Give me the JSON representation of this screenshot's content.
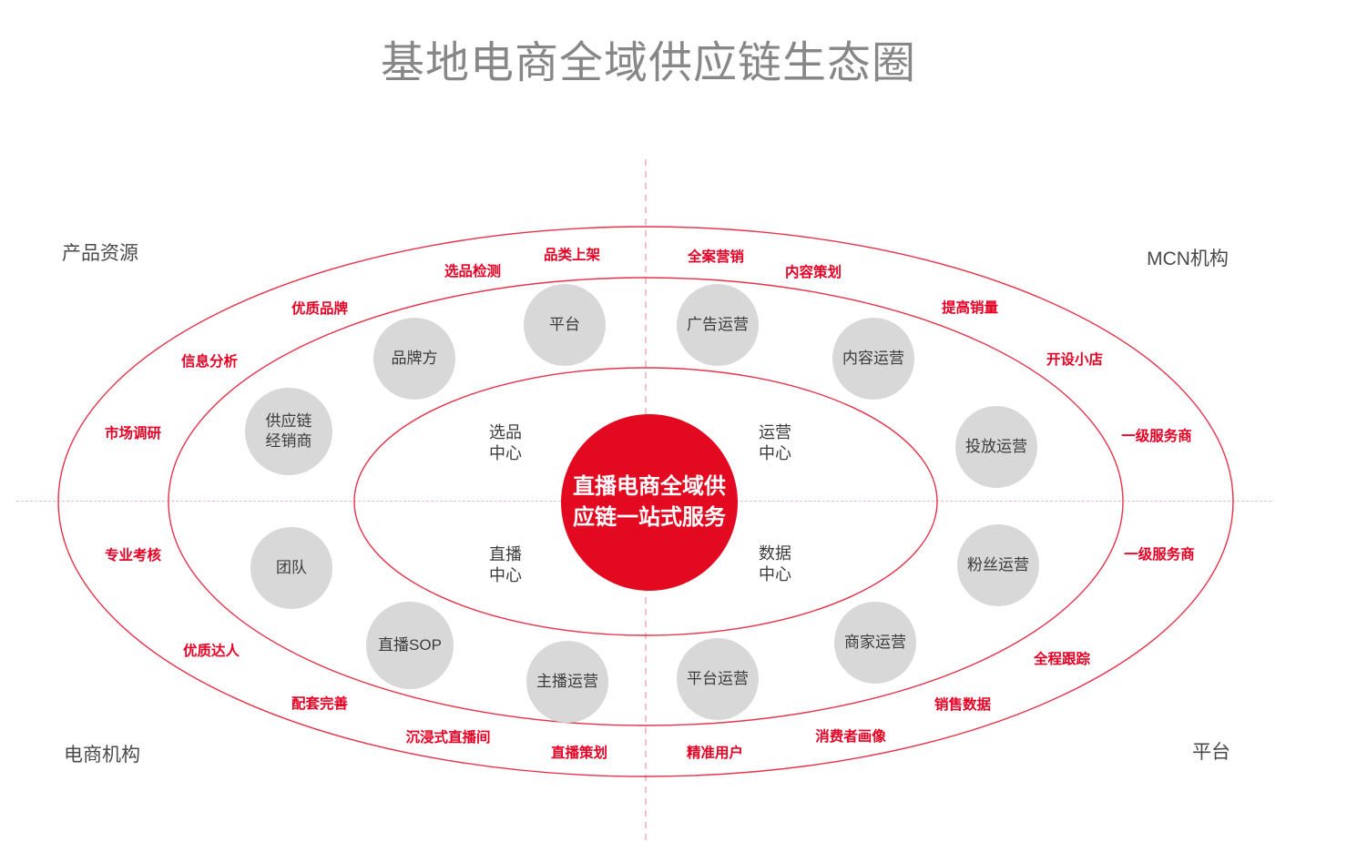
{
  "title": "基地电商全域供应链生态圈",
  "center_circle": {
    "text": "直播电商全域供\n应链一站式服务"
  },
  "inner_centers": [
    {
      "name": "selection-center",
      "text": "选品\n中心"
    },
    {
      "name": "operation-center",
      "text": "运营\n中心"
    },
    {
      "name": "live-center",
      "text": "直播\n中心"
    },
    {
      "name": "data-center",
      "text": "数据\n中心"
    }
  ],
  "nodes": [
    {
      "name": "platform",
      "text": "平台"
    },
    {
      "name": "ad-operation",
      "text": "广告运营"
    },
    {
      "name": "brand-side",
      "text": "品牌方"
    },
    {
      "name": "content-operation",
      "text": "内容运营"
    },
    {
      "name": "supply-chain-dealer",
      "text": "供应链\n经销商"
    },
    {
      "name": "placement-operation",
      "text": "投放运营"
    },
    {
      "name": "team",
      "text": "团队"
    },
    {
      "name": "fan-operation",
      "text": "粉丝运营"
    },
    {
      "name": "live-sop",
      "text": "直播SOP"
    },
    {
      "name": "merchant-operation",
      "text": "商家运营"
    },
    {
      "name": "host-operation",
      "text": "主播运营"
    },
    {
      "name": "platform-operation",
      "text": "平台运营"
    }
  ],
  "ring_labels": [
    {
      "name": "product-selection-testing",
      "text": "选品检测"
    },
    {
      "name": "category-listing",
      "text": "品类上架"
    },
    {
      "name": "full-case-marketing",
      "text": "全案营销"
    },
    {
      "name": "content-planning",
      "text": "内容策划"
    },
    {
      "name": "quality-brands",
      "text": "优质品牌"
    },
    {
      "name": "increase-sales",
      "text": "提高销量"
    },
    {
      "name": "information-analysis",
      "text": "信息分析"
    },
    {
      "name": "open-small-shop",
      "text": "开设小店"
    },
    {
      "name": "market-research",
      "text": "市场调研"
    },
    {
      "name": "tier1-service-provider-top",
      "text": "一级服务商"
    },
    {
      "name": "professional-assessment",
      "text": "专业考核"
    },
    {
      "name": "tier1-service-provider-bottom",
      "text": "一级服务商"
    },
    {
      "name": "quality-influencers",
      "text": "优质达人"
    },
    {
      "name": "full-process-tracking",
      "text": "全程跟踪"
    },
    {
      "name": "complete-supporting",
      "text": "配套完善"
    },
    {
      "name": "sales-data",
      "text": "销售数据"
    },
    {
      "name": "immersive-live-room",
      "text": "沉浸式直播间"
    },
    {
      "name": "consumer-profile",
      "text": "消费者画像"
    },
    {
      "name": "live-planning",
      "text": "直播策划"
    },
    {
      "name": "precise-users",
      "text": "精准用户"
    }
  ],
  "corner_labels": [
    {
      "name": "product-resources",
      "text": "产品资源"
    },
    {
      "name": "mcn-organization",
      "text": "MCN机构"
    },
    {
      "name": "ecommerce-agencies",
      "text": "电商机构"
    },
    {
      "name": "platform-corner",
      "text": "平台"
    }
  ],
  "colors": {
    "red_accent": "#e60124",
    "center_circle_fill": "#e30920",
    "ellipse_stroke": "#e6334a",
    "node_gray": "#d8d8d8",
    "title_gray": "#878787",
    "corner_text": "#4a4a4a"
  }
}
